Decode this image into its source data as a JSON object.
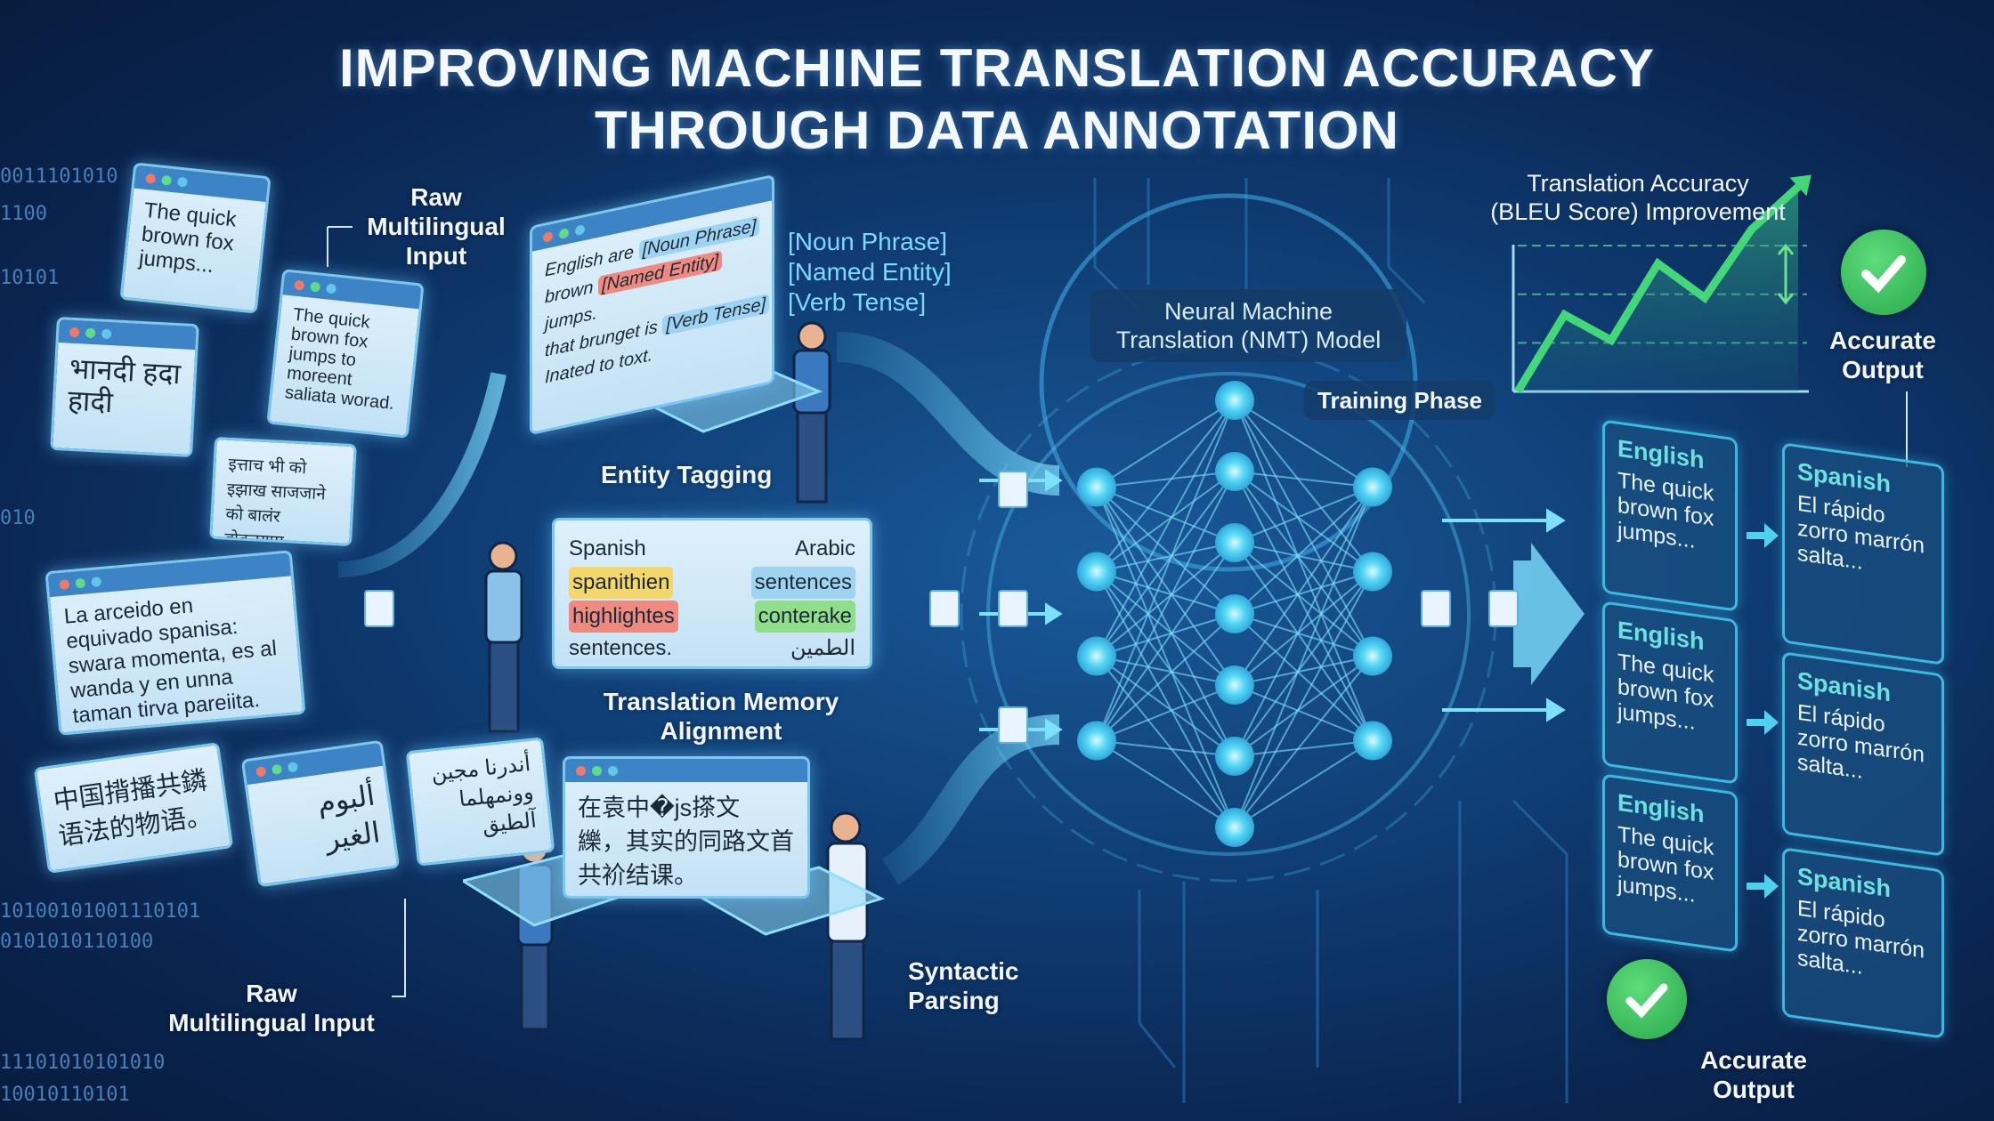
{
  "title": {
    "line1": "IMPROVING MACHINE TRANSLATION ACCURACY",
    "line2": "THROUGH DATA ANNOTATION"
  },
  "input": {
    "label_top": [
      "Raw",
      "Multilingual",
      "Input"
    ],
    "label_bottom": [
      "Raw",
      "Multilingual Input"
    ],
    "windows": [
      {
        "text": "The quick brown fox jumps..."
      },
      {
        "text": "The quick brown fox jumps to moreent saliata worad."
      },
      {
        "text": "भानदी हदा हादी"
      },
      {
        "text": "इत्ताच भी को इझाख साजजाने को बालंर बोवत्तयाम."
      },
      {
        "text": "La arceido en equivado spanisa: swara momenta, es al wanda y en unna taman tirva pareiita."
      },
      {
        "text": "中国揹播共鏻语法的物语。"
      },
      {
        "text": "ألبوم الغير"
      },
      {
        "text": "أندرنا مجين وونمهلما آلطيق"
      }
    ],
    "binary": [
      "0011101010",
      "1100",
      "10100101001110101",
      "10101",
      "0101010110100",
      "010",
      "11101010101010",
      "10010110101"
    ]
  },
  "entity_tagging": {
    "label": "Entity Tagging",
    "window_lines": [
      "English are",
      "[Noun Phrase]",
      "brown",
      "[Named Entity]",
      "jumps.",
      "that brunget is",
      "[Verb Tense]",
      "Inated to toxt."
    ],
    "tags": [
      "[Noun Phrase]",
      "[Named Entity]",
      "[Verb Tense]"
    ]
  },
  "translation_memory": {
    "label": [
      "Translation Memory",
      "Alignment"
    ],
    "left_header": "Spanish",
    "right_header": "Arabic",
    "left_items": [
      "spanithien",
      "highlightes",
      "sentences."
    ],
    "right_items": [
      "sentences",
      "conterake",
      "الطمين"
    ]
  },
  "syntactic_parsing": {
    "label": [
      "Syntactic",
      "Parsing"
    ],
    "window_lines": [
      "在袁中�js搽文",
      "纅，其实的同路文首",
      "共衸结课。"
    ]
  },
  "nmt": {
    "label": [
      "Neural Machine",
      "Translation (NMT) Model"
    ],
    "training_label": "Training Phase",
    "layers": [
      4,
      7,
      4
    ]
  },
  "chart": {
    "title": [
      "Translation Accuracy",
      "(BLEU Score) Improvement"
    ]
  },
  "chart_data": {
    "type": "line",
    "title": "Translation Accuracy (BLEU Score) Improvement",
    "x": [
      0,
      1,
      2,
      3,
      4,
      5,
      6
    ],
    "values": [
      0,
      45,
      30,
      75,
      55,
      95,
      120
    ],
    "trend": "increasing",
    "grid": true
  },
  "outputs": {
    "accurate_top": [
      "Accurate",
      "Output"
    ],
    "accurate_bottom": [
      "Accurate",
      "Output"
    ],
    "pairs": [
      {
        "src_lang": "English",
        "src": "The quick brown fox jumps...",
        "tgt_lang": "Spanish",
        "tgt": "El rápido zorro marrón salta..."
      },
      {
        "src_lang": "English",
        "src": "The quick brown fox jumps...",
        "tgt_lang": "Spanish",
        "tgt": "El rápido zorro marrón salta..."
      },
      {
        "src_lang": "English",
        "src": "The quick brown fox jumps...",
        "tgt_lang": "Spanish",
        "tgt": "El rápido zorro marrón salta..."
      }
    ]
  },
  "colors": {
    "accent": "#5fd8f5",
    "green": "#3cc65a",
    "bg": "#0f3d74",
    "red": "#ef8a80",
    "yellow": "#f4d76a",
    "blue_chip": "#9fd3f2",
    "green_chip": "#8fde8a"
  }
}
